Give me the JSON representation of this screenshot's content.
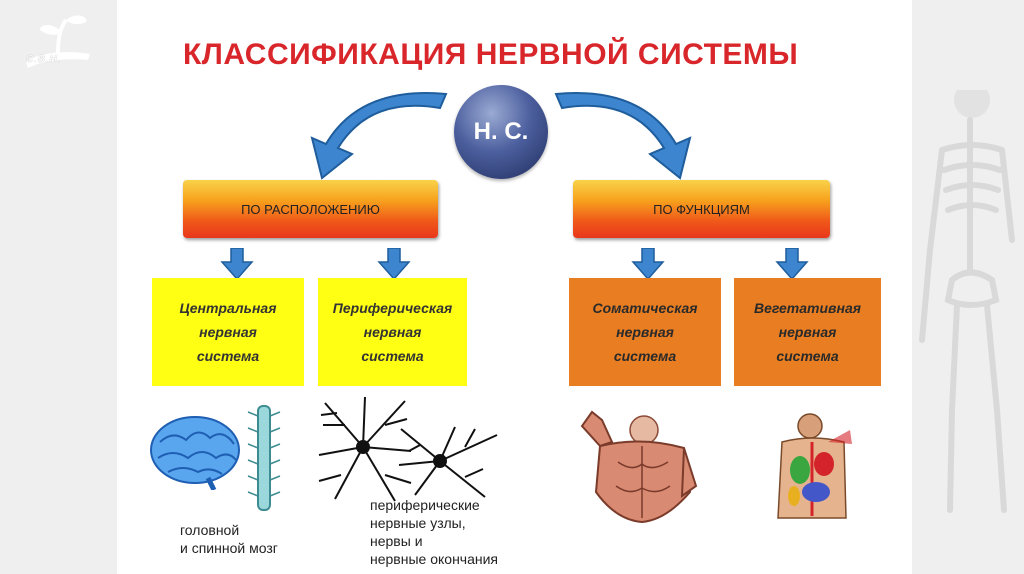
{
  "slide": {
    "title": "КЛАССИФИКАЦИЯ НЕРВНОЙ СИСТЕМЫ",
    "hub_label": "Н. С.",
    "logo_text": "С.В.Н."
  },
  "categories": {
    "location": "ПО РАСПОЛОЖЕНИЮ",
    "function": "ПО ФУНКЦИЯМ"
  },
  "types": {
    "central": "Центральная\nнервная\nсистема",
    "peripheral": "Периферическая\nнервная\nсистема",
    "somatic": "Соматическая\nнервная\nсистема",
    "vegetative": "Вегетативная\nнервная\nсистема"
  },
  "captions": {
    "cns": "головной\nи спинной мозг",
    "pns": "периферические\nнервные узлы,\nнервы и\nнервные окончания"
  },
  "colors": {
    "title": "#d8262b",
    "arrow_blue": "#3d86cf",
    "yellow_box": "#ffff14",
    "orange_box": "#e87d21"
  }
}
